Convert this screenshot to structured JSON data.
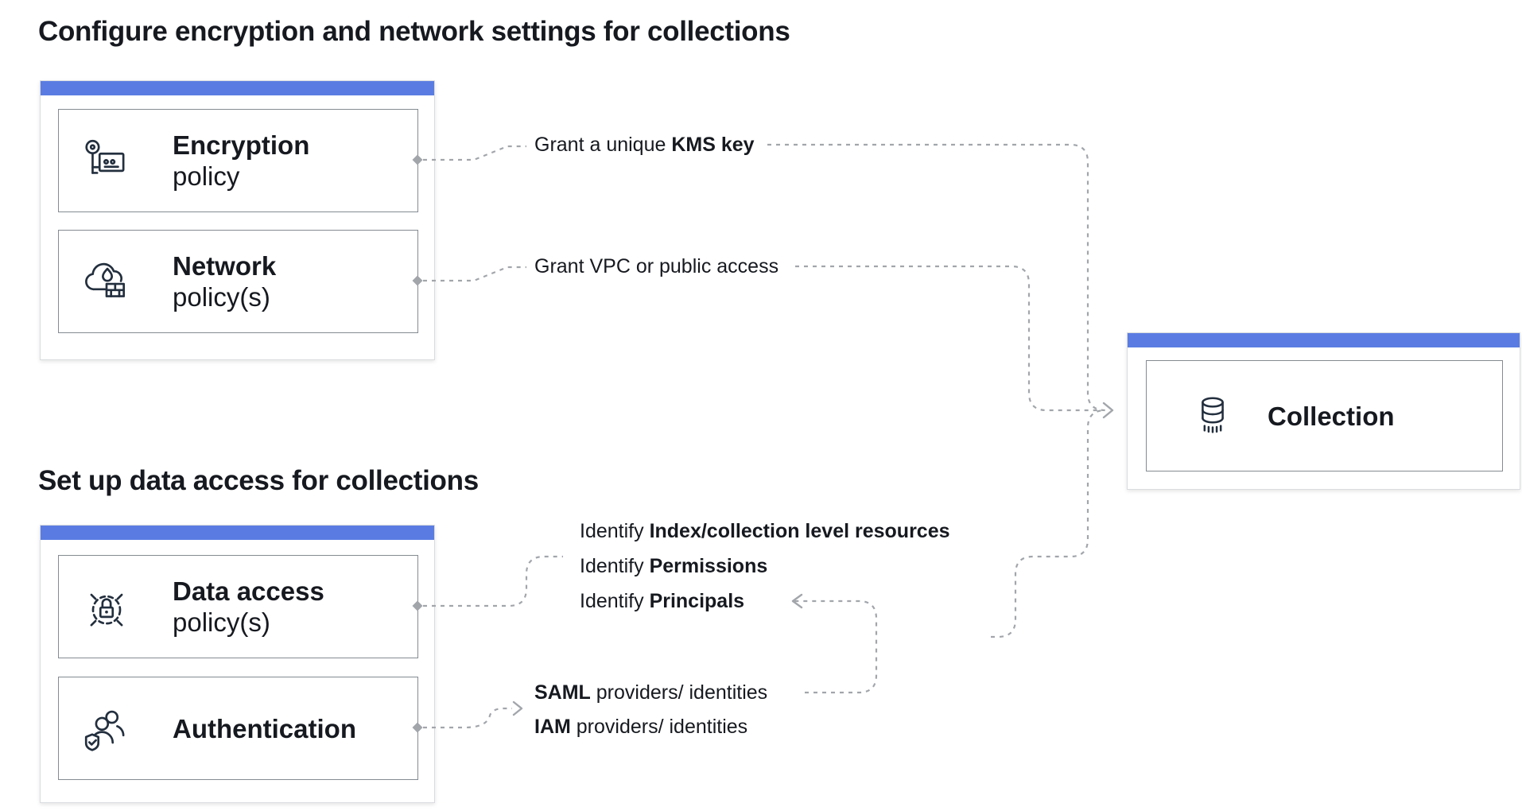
{
  "titles": {
    "security": "Configure encryption and network settings for collections",
    "access": "Set up data access for collections"
  },
  "cards": {
    "encryption": {
      "title": "Encryption",
      "subtitle": "policy",
      "icon": "kms-key-icon"
    },
    "network": {
      "title": "Network",
      "subtitle": "policy(s)",
      "icon": "cloud-firewall-icon"
    },
    "data_access": {
      "title": "Data access",
      "subtitle": "policy(s)",
      "icon": "lock-target-icon"
    },
    "authentication": {
      "title": "Authentication",
      "subtitle": "",
      "icon": "users-shield-icon"
    },
    "collection": {
      "title": "Collection",
      "icon": "database-icon"
    }
  },
  "labels": {
    "kms": {
      "prefix": "Grant a unique ",
      "bold": "KMS key"
    },
    "vpc": "Grant VPC or public access",
    "identify": [
      {
        "prefix": "Identify ",
        "bold": "Index/collection level resources"
      },
      {
        "prefix": "Identify ",
        "bold": "Permissions"
      },
      {
        "prefix": "Identify ",
        "bold": "Principals"
      }
    ],
    "providers": [
      {
        "bold": "SAML",
        "rest": " providers/ identities"
      },
      {
        "bold": "IAM",
        "rest": " providers/ identities"
      }
    ]
  },
  "colors": {
    "accent_blue": "#5A7CE2",
    "icon_navy": "#232F3E",
    "text": "#16191F",
    "connector_gray": "#A2A6AB",
    "card_border": "#848B91",
    "group_border": "#D9DCDF"
  }
}
